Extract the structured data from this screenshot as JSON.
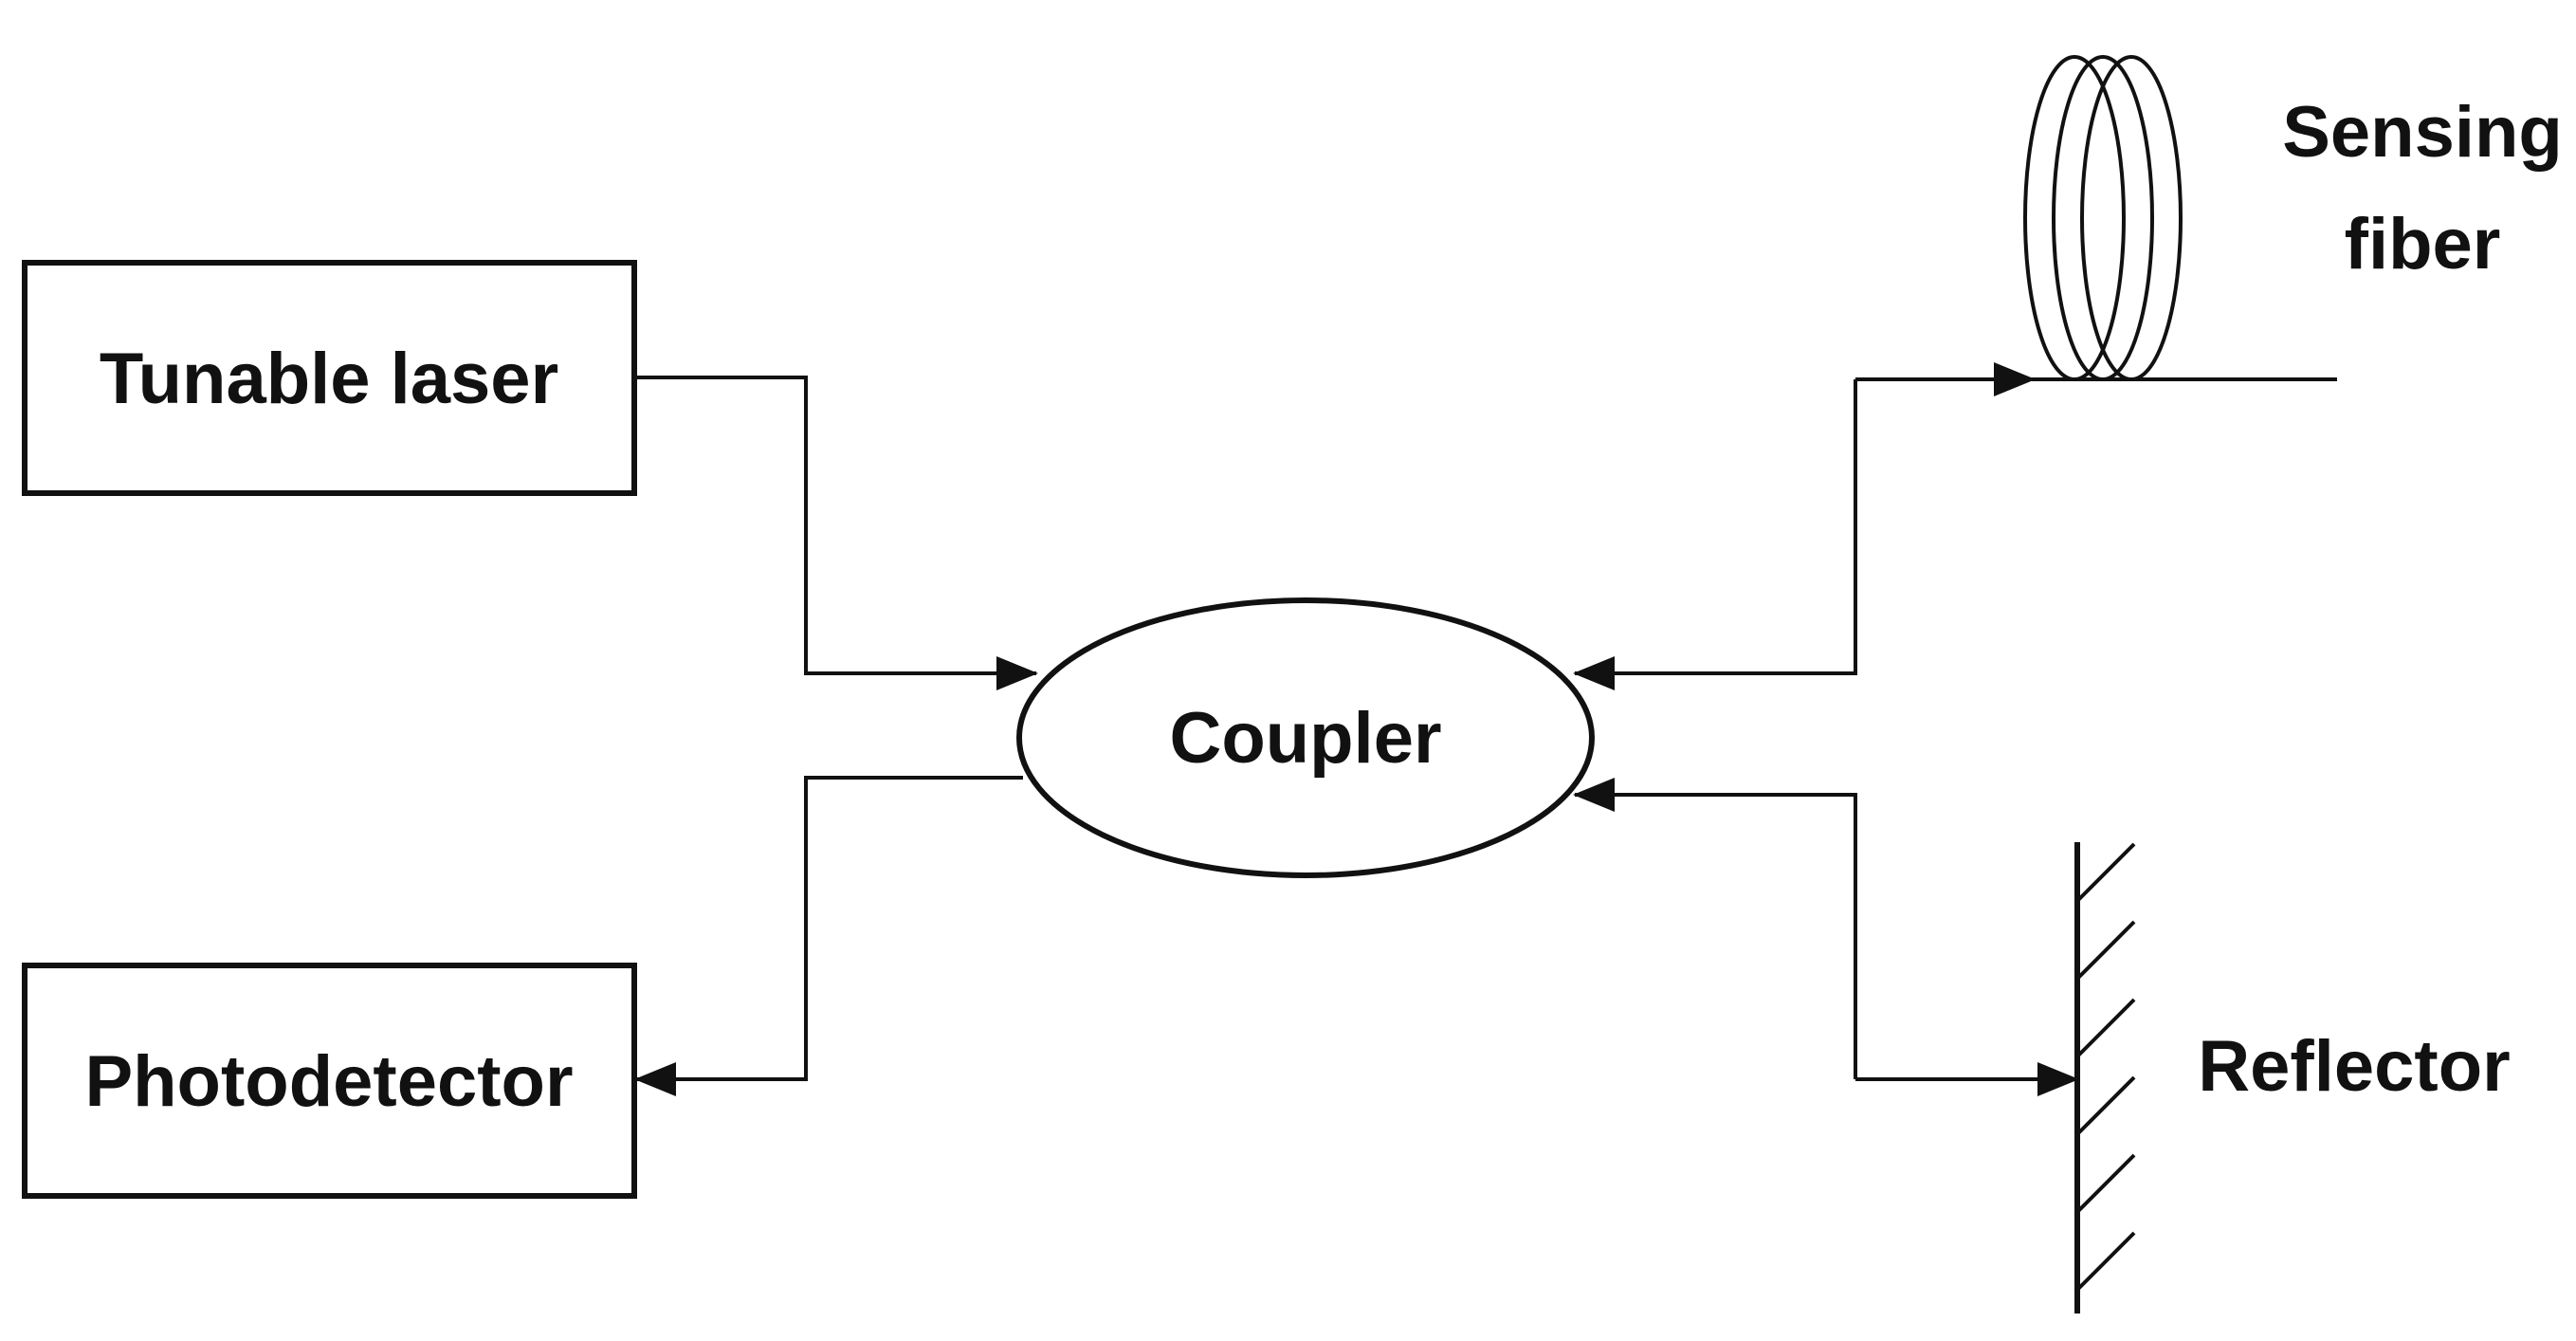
{
  "diagram": {
    "nodes": {
      "tunable_laser": "Tunable laser",
      "photodetector": "Photodetector",
      "coupler": "Coupler",
      "sensing_fiber_line1": "Sensing",
      "sensing_fiber_line2": "fiber",
      "reflector": "Reflector"
    },
    "colors": {
      "stroke": "#111111",
      "background": "#ffffff"
    }
  }
}
